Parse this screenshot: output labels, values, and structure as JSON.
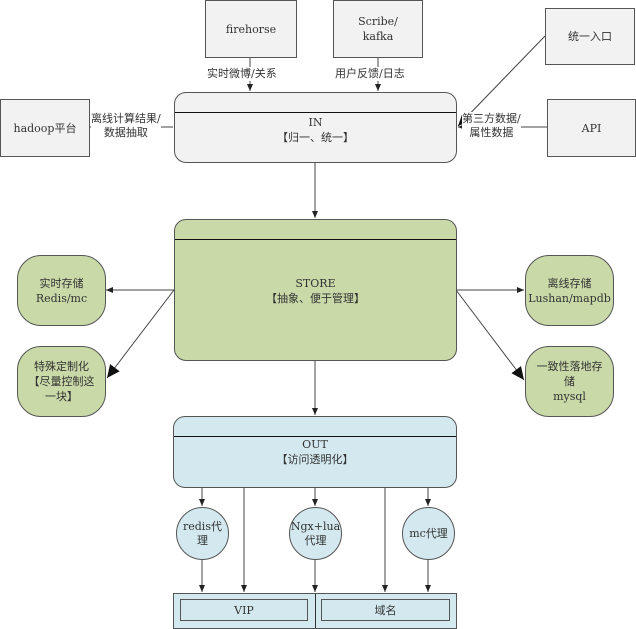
{
  "sources": {
    "firehorse": "firehorse",
    "scribe_kafka": [
      "Scribe/",
      "kafka"
    ],
    "unified_entry": "统一入口",
    "hadoop": "hadoop平台",
    "api": "API"
  },
  "edge_labels": {
    "firehorse_to_in": "实时微博/关系",
    "scribe_to_in": "用户反馈/日志",
    "hadoop_to_in": [
      "离线计算结果/",
      "数据抽取"
    ],
    "api_to_in": [
      "第三方数据/",
      "属性数据"
    ]
  },
  "in_layer": {
    "title": "IN",
    "subtitle": "【归一、统一】"
  },
  "store_layer": {
    "title": "STORE",
    "subtitle": "【抽象、便于管理】"
  },
  "storage_nodes": {
    "realtime": [
      "实时存储",
      "Redis/mc"
    ],
    "custom": [
      "特殊定制化",
      "【尽量控制这",
      "一块】"
    ],
    "offline": [
      "离线存储",
      "Lushan/mapdb"
    ],
    "consistent": [
      "一致性落地存",
      "储",
      "mysql"
    ]
  },
  "out_layer": {
    "title": "OUT",
    "subtitle": "【访问透明化】"
  },
  "proxies": {
    "redis": [
      "redis代",
      "理"
    ],
    "ngx": [
      "Ngx+lua",
      "代理"
    ],
    "mc": "mc代理"
  },
  "endpoints": {
    "vip": "VIP",
    "domain": "域名"
  },
  "colors": {
    "in_fill": "#f2f2f2",
    "store_fill": "#c9d9a8",
    "out_fill": "#d3e9ef",
    "stroke": "#555555"
  }
}
